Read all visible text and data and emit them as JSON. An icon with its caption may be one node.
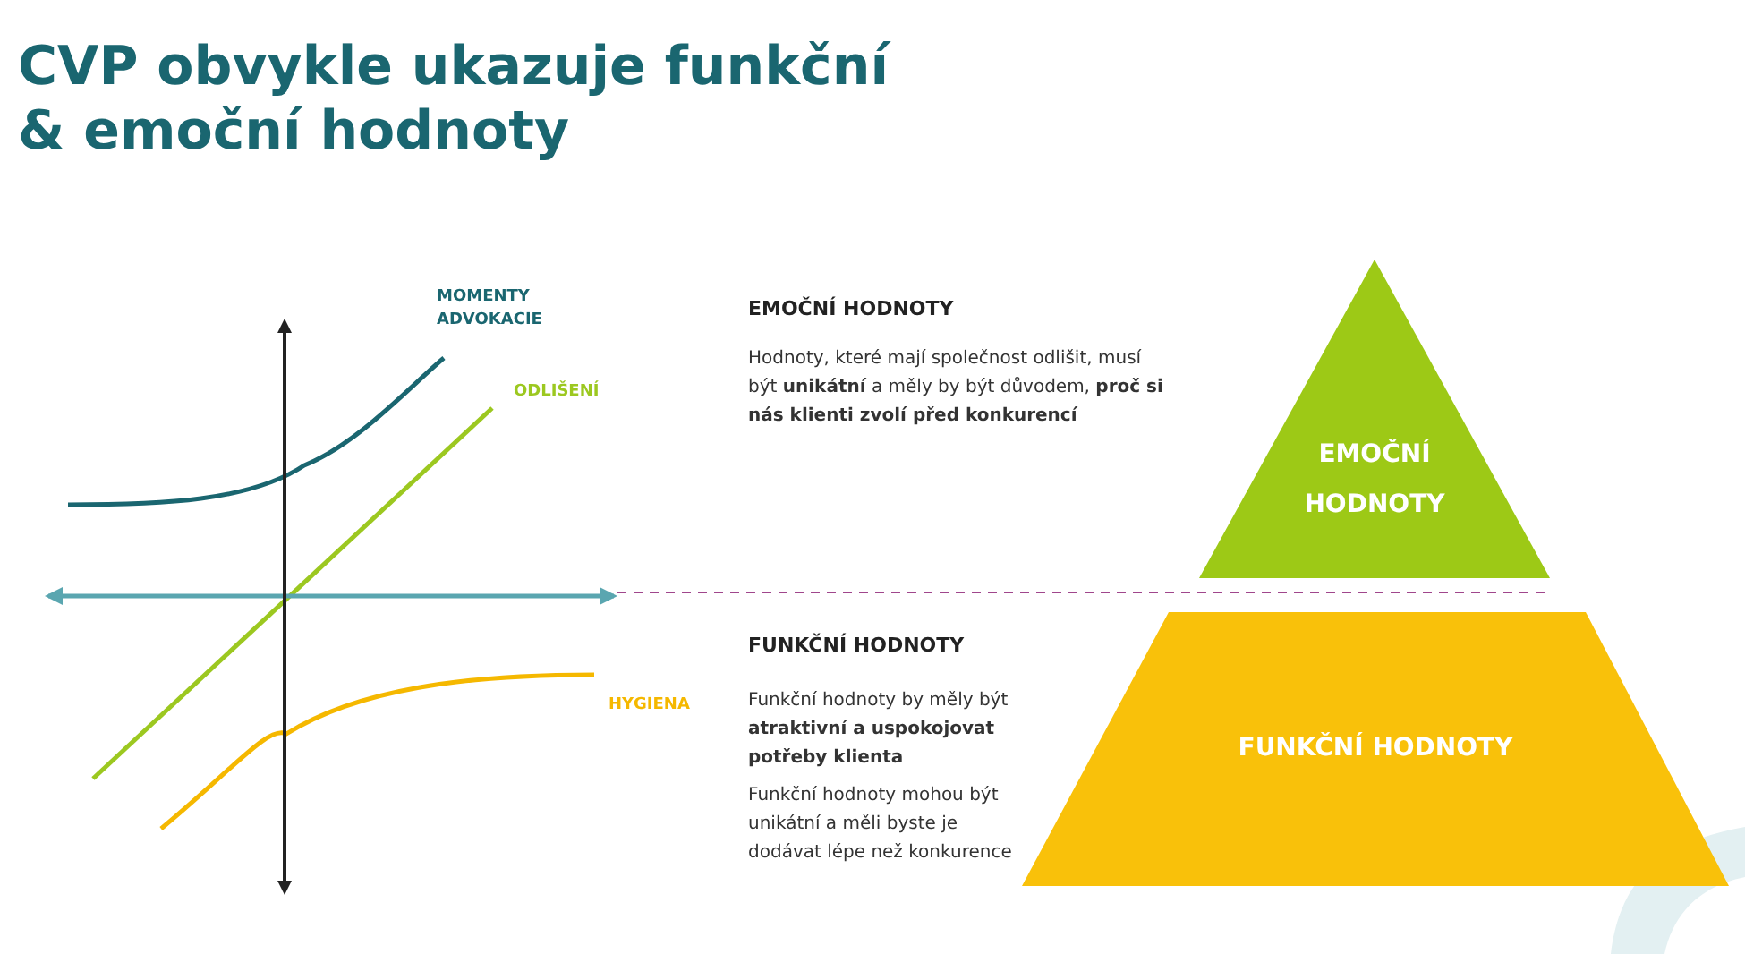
{
  "diagram": {
    "title": "CVP obvykle ukazuje funkční & emoční hodnoty",
    "nodes": [
      {
        "text": [
          "EMOČNÍ HODNOTY"
        ]
      },
      {
        "text": [
          "FUNKČNÍ HODNOTY"
        ]
      }
    ],
    "labels": [
      "MOMENTY ADVOKACIE",
      "ODLIŠENÍ",
      "HYGIENA",
      "EMOČNÍ HODNOTY",
      "Hodnoty, které mají společnost odlišit, musí být **unikátní** a měly by být důvodem, **proč si nás klienti zvolí před konkurencí**",
      "FUNKČNÍ HODNOTY",
      "Funkční hodnoty by měly být **atraktivní a uspokojovat potřeby klienta**",
      "Funkční hodnoty mohou být unikátní a měli byste je dodávat lépe než konkurence"
    ]
  }
}
